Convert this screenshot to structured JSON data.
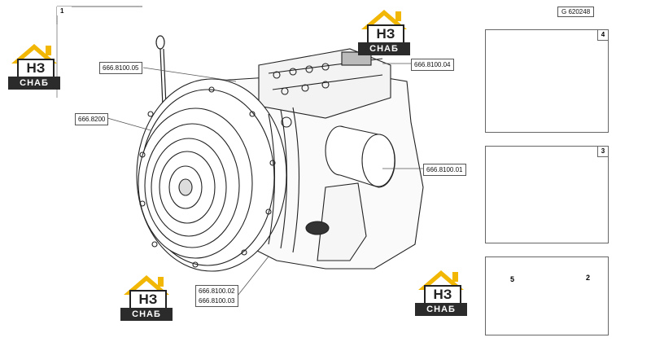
{
  "sheet": {
    "index_label": "1",
    "ref_code": "G 620248"
  },
  "callouts": {
    "c1": "666.8100.05",
    "c2": "666.8100.04",
    "c3": "666.8200",
    "c4": "666.8100.01",
    "c5a": "666.8100.02",
    "c5b": "666.8100.03"
  },
  "panels": [
    {
      "number": "4"
    },
    {
      "number": "3"
    },
    {
      "number": "2",
      "sub_label": "5"
    }
  ],
  "watermark": {
    "mark_text": "НЗ",
    "sub_text": "СНАБ",
    "colors": {
      "roof": "#f2b705",
      "band": "#2b2b2b"
    }
  }
}
